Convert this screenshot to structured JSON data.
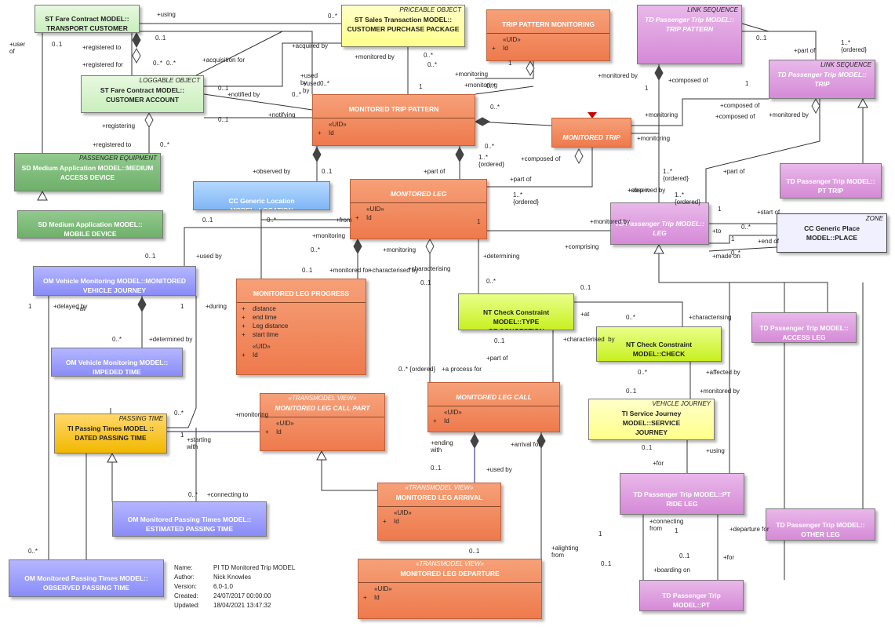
{
  "boxes": [
    {
      "id": "fare-contract",
      "cls": "green",
      "stereotype": "",
      "title": "ST Fare Contract MODEL::\nTRANSPORT CUSTOMER",
      "attrs": [],
      "uid": false
    },
    {
      "id": "sales-transaction",
      "cls": "yellow",
      "stereotype": "PRICEABLE OBJECT",
      "title": "ST Sales Transaction MODEL::\nCUSTOMER PURCHASE PACKAGE",
      "attrs": [],
      "uid": false
    },
    {
      "id": "trip-pattern-monitoring",
      "cls": "orange",
      "stereotype": "",
      "title": "TRIP PATTERN MONITORING",
      "attrs": [
        "Id"
      ],
      "uid": true
    },
    {
      "id": "td-trip-pattern",
      "cls": "violet",
      "stereotype": "LINK SEQUENCE",
      "title": "TD Passenger Trip MODEL::\nTRIP PATTERN",
      "attrs": [],
      "uid": false,
      "italic": true
    },
    {
      "id": "td-trip",
      "cls": "violet",
      "stereotype": "LINK SEQUENCE",
      "title": "TD Passenger Trip MODEL::\nTRIP",
      "attrs": [],
      "uid": false,
      "italic": true
    },
    {
      "id": "customer-account",
      "cls": "green",
      "stereotype": "LOGGABLE OBJECT",
      "title": "ST Fare Contract MODEL::\nCUSTOMER ACCOUNT",
      "attrs": [],
      "uid": false
    },
    {
      "id": "monitored-trip-pattern",
      "cls": "orange",
      "stereotype": "",
      "title": "MONITORED TRIP PATTERN",
      "attrs": [
        "Id"
      ],
      "uid": true
    },
    {
      "id": "monitored-trip",
      "cls": "orange",
      "stereotype": "",
      "title": "MONITORED TRIP",
      "attrs": [],
      "uid": false,
      "italic": true
    },
    {
      "id": "medium-access-device",
      "cls": "medgreen",
      "stereotype": "PASSENGER EQUIPMENT",
      "title": "SD Medium Application MODEL::MEDIUM\nACCESS DEVICE",
      "attrs": [],
      "uid": false
    },
    {
      "id": "mobile-device",
      "cls": "medgreen",
      "stereotype": "",
      "title": "SD Medium Application MODEL::\nMOBILE DEVICE",
      "attrs": [],
      "uid": false
    },
    {
      "id": "location",
      "cls": "blue",
      "stereotype": "",
      "title": "CC Generic Location MODEL::LOCATION",
      "attrs": [],
      "uid": false
    },
    {
      "id": "monitored-leg",
      "cls": "orange",
      "stereotype": "",
      "title": "MONITORED LEG",
      "attrs": [
        "Id"
      ],
      "uid": true,
      "italic": true
    },
    {
      "id": "td-leg",
      "cls": "violet",
      "stereotype": "",
      "title": "TD Passenger Trip MODEL::\nLEG",
      "attrs": [],
      "uid": false,
      "italic": true
    },
    {
      "id": "place",
      "cls": "lilac",
      "stereotype": "ZONE",
      "title": "CC Generic Place MODEL::PLACE",
      "attrs": [],
      "uid": false
    },
    {
      "id": "pt-trip",
      "cls": "violet",
      "stereotype": "",
      "title": "TD Passenger Trip MODEL::\nPT TRIP",
      "attrs": [],
      "uid": false
    },
    {
      "id": "vehicle-journey",
      "cls": "periw",
      "stereotype": "",
      "title": "OM Vehicle Monitoring MODEL::MONITORED\nVEHICLE JOURNEY",
      "attrs": [],
      "uid": false
    },
    {
      "id": "leg-progress",
      "cls": "orange",
      "stereotype": "",
      "title": "MONITORED LEG PROGRESS",
      "attrs": [
        "distance",
        "end time",
        "Leg distance",
        "start time"
      ],
      "uid": true,
      "uidAfter": true
    },
    {
      "id": "type-of-congestion",
      "cls": "lime",
      "stereotype": "",
      "title": "NT Check Constraint MODEL::TYPE\nOF CONGESTION",
      "attrs": [],
      "uid": false
    },
    {
      "id": "access-leg",
      "cls": "violet",
      "stereotype": "",
      "title": "TD Passenger Trip MODEL::\nACCESS LEG",
      "attrs": [],
      "uid": false
    },
    {
      "id": "impeded-time",
      "cls": "periw",
      "stereotype": "",
      "title": "OM Vehicle Monitoring MODEL::\nIMPEDED TIME",
      "attrs": [],
      "uid": false
    },
    {
      "id": "check-constraint",
      "cls": "lime",
      "stereotype": "",
      "title": "NT Check Constraint MODEL::CHECK\nCONSTRAINT",
      "attrs": [],
      "uid": false
    },
    {
      "id": "monitored-leg-call",
      "cls": "orange",
      "stereotype": "",
      "title": "MONITORED LEG CALL",
      "attrs": [
        "Id"
      ],
      "uid": true,
      "italic": true
    },
    {
      "id": "leg-call-part",
      "cls": "orange",
      "stereotype": "«TRANSMODEL VIEW»",
      "title": "MONITORED LEG CALL PART",
      "attrs": [
        "Id"
      ],
      "uid": true,
      "italic": true
    },
    {
      "id": "dated-passing-time",
      "cls": "gold",
      "stereotype": "PASSING TIME",
      "title": "TI Passing Times MODEL ::\nDATED PASSING TIME",
      "attrs": [],
      "uid": false
    },
    {
      "id": "service-journey",
      "cls": "yellow",
      "stereotype": "VEHICLE JOURNEY",
      "title": "TI Service Journey MODEL::SERVICE\nJOURNEY",
      "attrs": [],
      "uid": false
    },
    {
      "id": "leg-arrival",
      "cls": "orange",
      "stereotype": "«TRANSMODEL VIEW»",
      "title": "MONITORED LEG ARRIVAL",
      "attrs": [
        "Id"
      ],
      "uid": true
    },
    {
      "id": "estimated-passing-time",
      "cls": "periw",
      "stereotype": "",
      "title": "OM Monitored Passing Times MODEL::\nESTIMATED PASSING TIME",
      "attrs": [],
      "uid": false
    },
    {
      "id": "pt-ride-leg",
      "cls": "violet",
      "stereotype": "",
      "title": "TD Passenger Trip MODEL::PT\nRIDE LEG",
      "attrs": [],
      "uid": false
    },
    {
      "id": "other-leg",
      "cls": "violet",
      "stereotype": "",
      "title": "TD Passenger Trip MODEL::\nOTHER LEG",
      "attrs": [],
      "uid": false
    },
    {
      "id": "observed-passing-time",
      "cls": "periw",
      "stereotype": "",
      "title": "OM Monitored Passing Times MODEL::\nOBSERVED PASSING TIME",
      "attrs": [],
      "uid": false
    },
    {
      "id": "leg-departure",
      "cls": "orange",
      "stereotype": "«TRANSMODEL VIEW»",
      "title": "MONITORED LEG DEPARTURE",
      "attrs": [
        "Id"
      ],
      "uid": true
    },
    {
      "id": "pt-connection-leg",
      "cls": "violet",
      "stereotype": "",
      "title": "TD Passenger Trip MODEL::PT\nCONNECTION  LEG",
      "attrs": [],
      "uid": false
    }
  ],
  "uid_label": "«UID»",
  "labels": [
    "+using",
    "0..1",
    "+user\nof",
    "0..1",
    "+registered to",
    "0..*",
    "+registered for",
    "0..*",
    "+acquisition for",
    "+acquired by",
    "0..*",
    "0..*",
    "+monitored by",
    "0..*",
    "+monitoring",
    "+monitoring",
    "1",
    "0..*",
    "+monitored by",
    "1",
    "+composed of",
    "0..1",
    "1..*\n{ordered}",
    "+part of",
    "1",
    "+composed of",
    "+monitored by",
    "+composed of",
    "0..1",
    "+notified by",
    "0..*",
    "+used\nby",
    "0..1",
    "+notifying",
    "+monitoring",
    "1",
    "0..*",
    "+monitoring",
    "0..*",
    "+used\nby",
    "0..*",
    "+registering",
    "+registered to",
    "0..*",
    "1..*\n{ordered}",
    "+composed of",
    "+part of",
    "1..*\n{ordered}",
    "+observed by",
    "0..1",
    "+part of",
    "1..*\n{ordered}",
    "+step in",
    "1..*\n{ordered}",
    "+part of",
    "+observed by",
    "0..1",
    "0..*",
    "+from",
    "1",
    "+start of",
    "0..*",
    "+to",
    "1",
    "+end of",
    "0..*",
    "+made on",
    "0..1",
    "+used by",
    "+monitoring",
    "1",
    "+monitored by",
    "+comprising",
    "+monitoring",
    "0..*",
    "+monitored for",
    "0..1",
    "+characterised by",
    "+characterising",
    "0..1",
    "0..*",
    "+determining",
    "0..1",
    "+at",
    "1",
    "+delayed by",
    "+at",
    "1",
    "+during",
    "0..*",
    "+determined by",
    "0..*",
    "+characterising",
    "0..1",
    "+characterised  by",
    "+part of",
    "0..* {ordered}",
    "+a process for",
    "0..*",
    "+affected by",
    "0..1",
    "+monitored by",
    "0..*",
    "+monitoring",
    "1",
    "+starting\nwith",
    "+ending\nwith",
    "+arrival for",
    "0..1",
    "+used by",
    "0..1",
    "+using",
    "+for",
    "0..*",
    "+connecting to",
    "1",
    "+connecting\nfrom",
    "1",
    "+departure for",
    "0..1",
    "+alighting\nfrom",
    "0..1",
    "+boarding on",
    "0..1",
    "+for",
    "0..*"
  ],
  "notes": [
    {
      "k": "Name:",
      "v": "PI TD Monitored Trip MODEL"
    },
    {
      "k": "Author:",
      "v": "Nick Knowles"
    },
    {
      "k": "Version:",
      "v": "6.0-1.0"
    },
    {
      "k": "Created:",
      "v": "24/07/2017 00:00:00"
    },
    {
      "k": "Updated:",
      "v": "18/04/2021 13:47:32"
    }
  ],
  "colors": {
    "line": "#333333",
    "inherit": "#1a1a8a",
    "marker": "#cc0000"
  }
}
